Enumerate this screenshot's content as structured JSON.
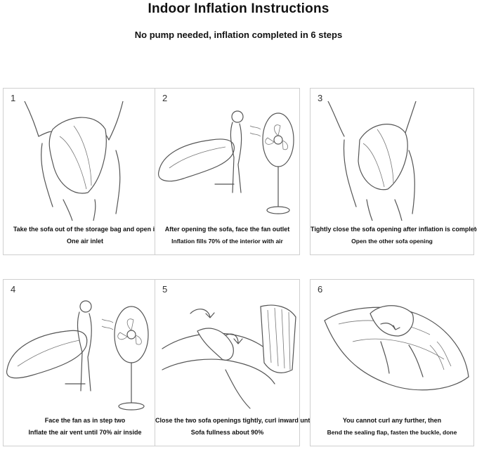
{
  "header": {
    "title": "Indoor Inflation Instructions",
    "subtitle": "No pump needed, inflation completed in 6 steps"
  },
  "steps": [
    {
      "number": "1",
      "caption1": "Take the sofa out of the storage bag and open it",
      "caption2": "One air inlet"
    },
    {
      "number": "2",
      "caption1": "After opening the sofa, face the fan outlet",
      "caption2": "Inflation fills 70% of the interior with air"
    },
    {
      "number": "3",
      "caption1": "Tightly close the sofa opening after inflation is complete",
      "caption2": "Open the other sofa opening"
    },
    {
      "number": "4",
      "caption1": "Face the fan as in step two",
      "caption2": "Inflate the air vent until 70% air inside"
    },
    {
      "number": "5",
      "caption1": "Close the two sofa openings tightly, curl inward until",
      "caption2": "Sofa fullness about 90%"
    },
    {
      "number": "6",
      "caption1": "You cannot curl any further, then",
      "caption2": "Bend the sealing flap, fasten the buckle, done"
    }
  ]
}
